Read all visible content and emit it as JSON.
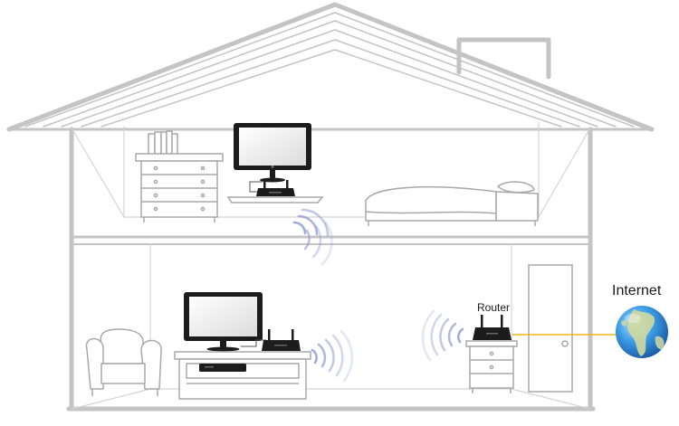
{
  "labels": {
    "router": "Router",
    "internet": "Internet"
  },
  "colors": {
    "house_outline": "#c4c4c4",
    "furniture_line": "#a8a8a8",
    "device_dark": "#1c1c1c",
    "wifi_wave": "#8e9ad0",
    "internet_line": "#f2b41e",
    "globe_water": "#2f8fd8",
    "globe_land": "#cfd9a0"
  },
  "icons": [
    "house-outline",
    "bookshelf-icon",
    "dresser-icon",
    "monitor-icon",
    "router-icon",
    "bed-icon",
    "armchair-icon",
    "tv-stand-icon",
    "set-top-box-icon",
    "nightstand-icon",
    "door-icon",
    "wifi-waves-icon",
    "globe-icon"
  ]
}
